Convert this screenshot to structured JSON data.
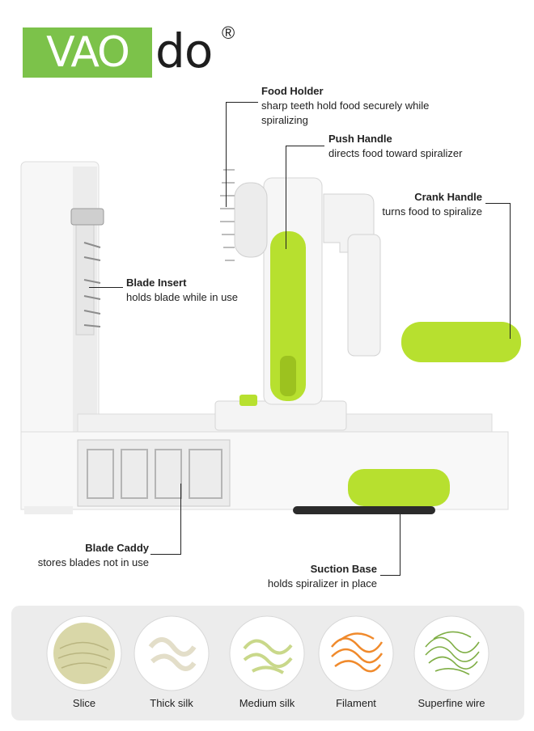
{
  "brand": {
    "box_text": "VAO",
    "tail_text": "do",
    "registered": "®"
  },
  "callouts": [
    {
      "id": "food-holder",
      "title": "Food Holder",
      "lines": [
        "sharp teeth hold food securely while",
        "spiralizing"
      ]
    },
    {
      "id": "push-handle",
      "title": "Push Handle",
      "lines": [
        "directs food toward spiralizer"
      ]
    },
    {
      "id": "crank-handle",
      "title": "Crank Handle",
      "lines": [
        "turns food to spiralize"
      ]
    },
    {
      "id": "blade-insert",
      "title": "Blade Insert",
      "lines": [
        "holds blade while in use"
      ]
    },
    {
      "id": "blade-caddy",
      "title": "Blade Caddy",
      "lines": [
        "stores blades not in use"
      ]
    },
    {
      "id": "suction-base",
      "title": "Suction Base",
      "lines": [
        "holds spiralizer in place"
      ]
    }
  ],
  "cuts": [
    {
      "label": "Slice",
      "color": "#d9d7a8"
    },
    {
      "label": "Thick silk",
      "color": "#f2efe4"
    },
    {
      "label": "Medium silk",
      "color": "#c9d88a"
    },
    {
      "label": "Filament",
      "color": "#f08a2c"
    },
    {
      "label": "Superfine wire",
      "color": "#7fae45"
    }
  ],
  "colors": {
    "accent": "#b7e02f",
    "brand_green": "#7cc24a",
    "body": "#ffffff",
    "strip": "#ececec"
  }
}
